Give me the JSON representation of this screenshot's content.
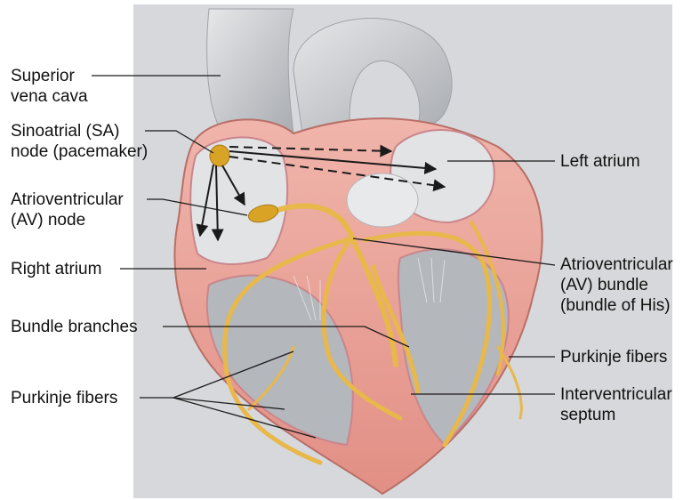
{
  "labels": {
    "superior_vena_cava": [
      "Superior",
      "vena cava"
    ],
    "sa_node": [
      "Sinoatrial (SA)",
      "node (pacemaker)"
    ],
    "av_node": [
      "Atrioventricular",
      "(AV) node"
    ],
    "right_atrium": [
      "Right atrium"
    ],
    "bundle_branches": [
      "Bundle branches"
    ],
    "purkinje_left": [
      "Purkinje fibers"
    ],
    "left_atrium": [
      "Left atrium"
    ],
    "av_bundle": [
      "Atrioventricular",
      "(AV) bundle",
      "(bundle of His)"
    ],
    "purkinje_right": [
      "Purkinje fibers"
    ],
    "interventricular_septum": [
      "Interventricular",
      "septum"
    ]
  },
  "colors": {
    "heart_wall": "#e8a59c",
    "heart_outline": "#b86f66",
    "interior": "#b9bcc0",
    "vessel": "#d8dadd",
    "conduction": "#e8b84a",
    "node": "#d9a426",
    "arrow": "#1a1a1a"
  }
}
